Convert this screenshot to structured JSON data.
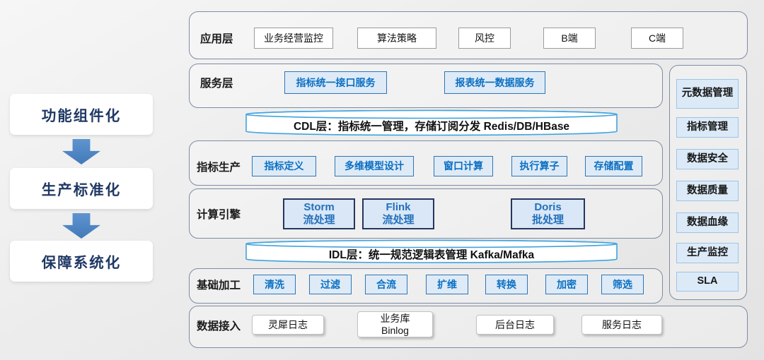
{
  "left_flow": {
    "steps": [
      "功能组件化",
      "生产标准化",
      "保障系统化"
    ]
  },
  "layers": {
    "app": {
      "label": "应用层",
      "items": [
        "业务经营监控",
        "算法策略",
        "风控",
        "B端",
        "C端"
      ]
    },
    "service": {
      "label": "服务层",
      "items": [
        "指标统一接口服务",
        "报表统一数据服务"
      ]
    },
    "cdl": {
      "text": "CDL层：指标统一管理，存储订阅分发 Redis/DB/HBase"
    },
    "production": {
      "label": "指标生产",
      "items": [
        "指标定义",
        "多维模型设计",
        "窗口计算",
        "执行算子",
        "存储配置"
      ]
    },
    "engine": {
      "label": "计算引擎",
      "items": [
        {
          "name": "Storm",
          "mode": "流处理"
        },
        {
          "name": "Flink",
          "mode": "流处理"
        },
        {
          "name": "Doris",
          "mode": "批处理"
        }
      ]
    },
    "idl": {
      "text": "IDL层：统一规范逻辑表管理 Kafka/Mafka"
    },
    "processing": {
      "label": "基础加工",
      "items": [
        "清洗",
        "过滤",
        "合流",
        "扩维",
        "转换",
        "加密",
        "筛选"
      ]
    },
    "ingestion": {
      "label": "数据接入",
      "items": [
        "灵犀日志",
        "业务库\nBinlog",
        "后台日志",
        "服务日志"
      ]
    }
  },
  "sidebar": {
    "items": [
      "元数据管理",
      "指标管理",
      "数据安全",
      "数据质量",
      "数据血缘",
      "生产监控",
      "SLA"
    ]
  },
  "colors": {
    "accent_blue": "#2e75b6",
    "chip_fill": "#deebf7",
    "chip_text": "#0b6fc2",
    "engine_border": "#26365e",
    "sidebar_chip_border": "#9dc3e6",
    "cylinder_stroke": "#3fa3df",
    "pillar_text": "#1f3864",
    "arrow_fill": "#4c86c6",
    "container_border": "#7e8ca4"
  }
}
